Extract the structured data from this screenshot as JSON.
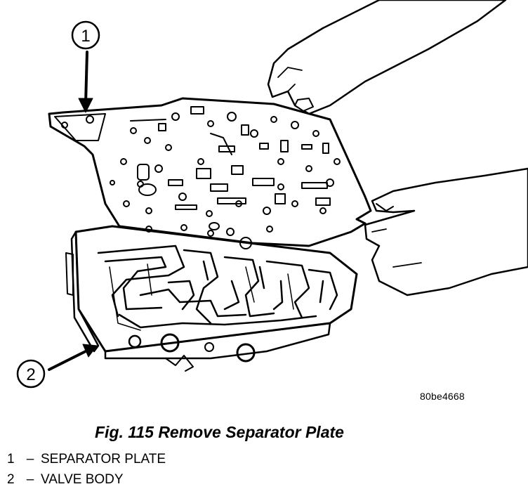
{
  "figure": {
    "callouts": [
      {
        "number": "1"
      },
      {
        "number": "2"
      }
    ],
    "reference_code": "80be4668",
    "caption": "Fig. 115 Remove Separator Plate"
  },
  "legend": [
    {
      "number": "1",
      "dash": "–",
      "label": "SEPARATOR PLATE"
    },
    {
      "number": "2",
      "dash": "–",
      "label": "VALVE BODY"
    }
  ]
}
